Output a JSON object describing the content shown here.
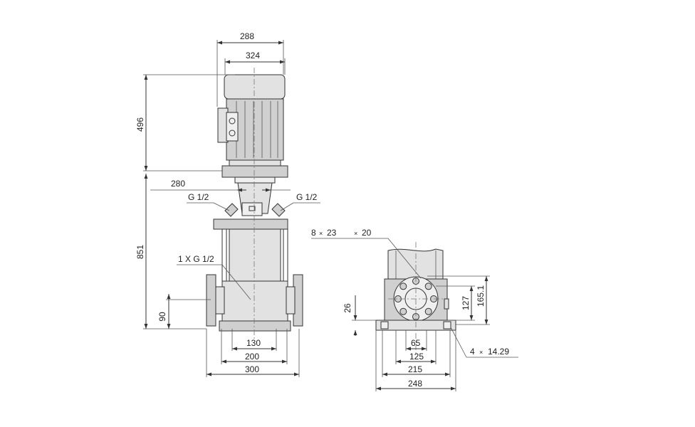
{
  "dims": {
    "d288": "288",
    "d324": "324",
    "d496": "496",
    "d280": "280",
    "d851": "851",
    "d90": "90",
    "d130": "130",
    "d200": "200",
    "d300": "300",
    "d26": "26",
    "d127": "127",
    "d165": "165.1",
    "d65": "65",
    "d125": "125",
    "d215": "215",
    "d248": "248"
  },
  "labels": {
    "port_left": "G 1/2",
    "port_right": "G 1/2",
    "drain": "1 X G 1/2",
    "flange_holes_count": "8",
    "flange_holes_x1": "×",
    "flange_holes_a": "23",
    "flange_holes_x2": "×",
    "flange_holes_b": "20",
    "base_holes_count": "4",
    "base_holes_x": "×",
    "base_holes_dia": "14.29"
  }
}
